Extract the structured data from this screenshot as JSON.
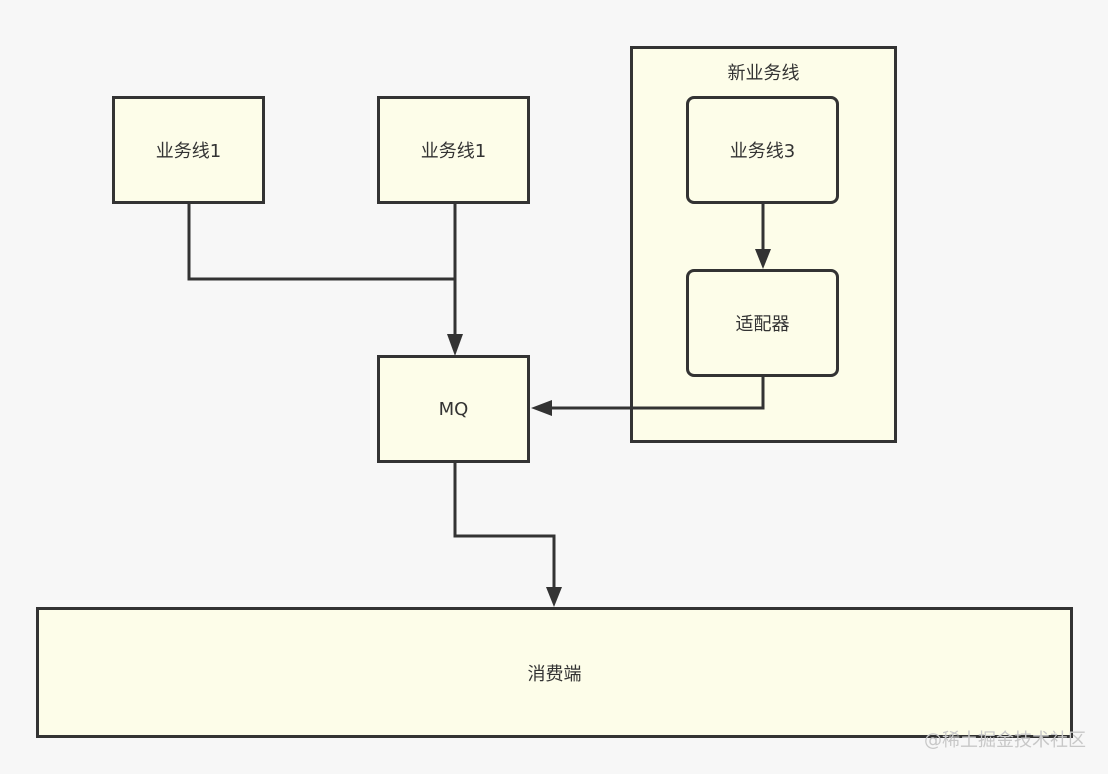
{
  "nodes": {
    "biz_line_a": "业务线1",
    "biz_line_b": "业务线1",
    "new_group": "新业务线",
    "biz_line_3": "业务线3",
    "adapter": "适配器",
    "mq": "MQ",
    "consumer": "消费端"
  },
  "watermark": "@稀土掘金技术社区",
  "colors": {
    "fill": "#fdfde9",
    "stroke": "#333333",
    "background": "#f7f7f7"
  }
}
